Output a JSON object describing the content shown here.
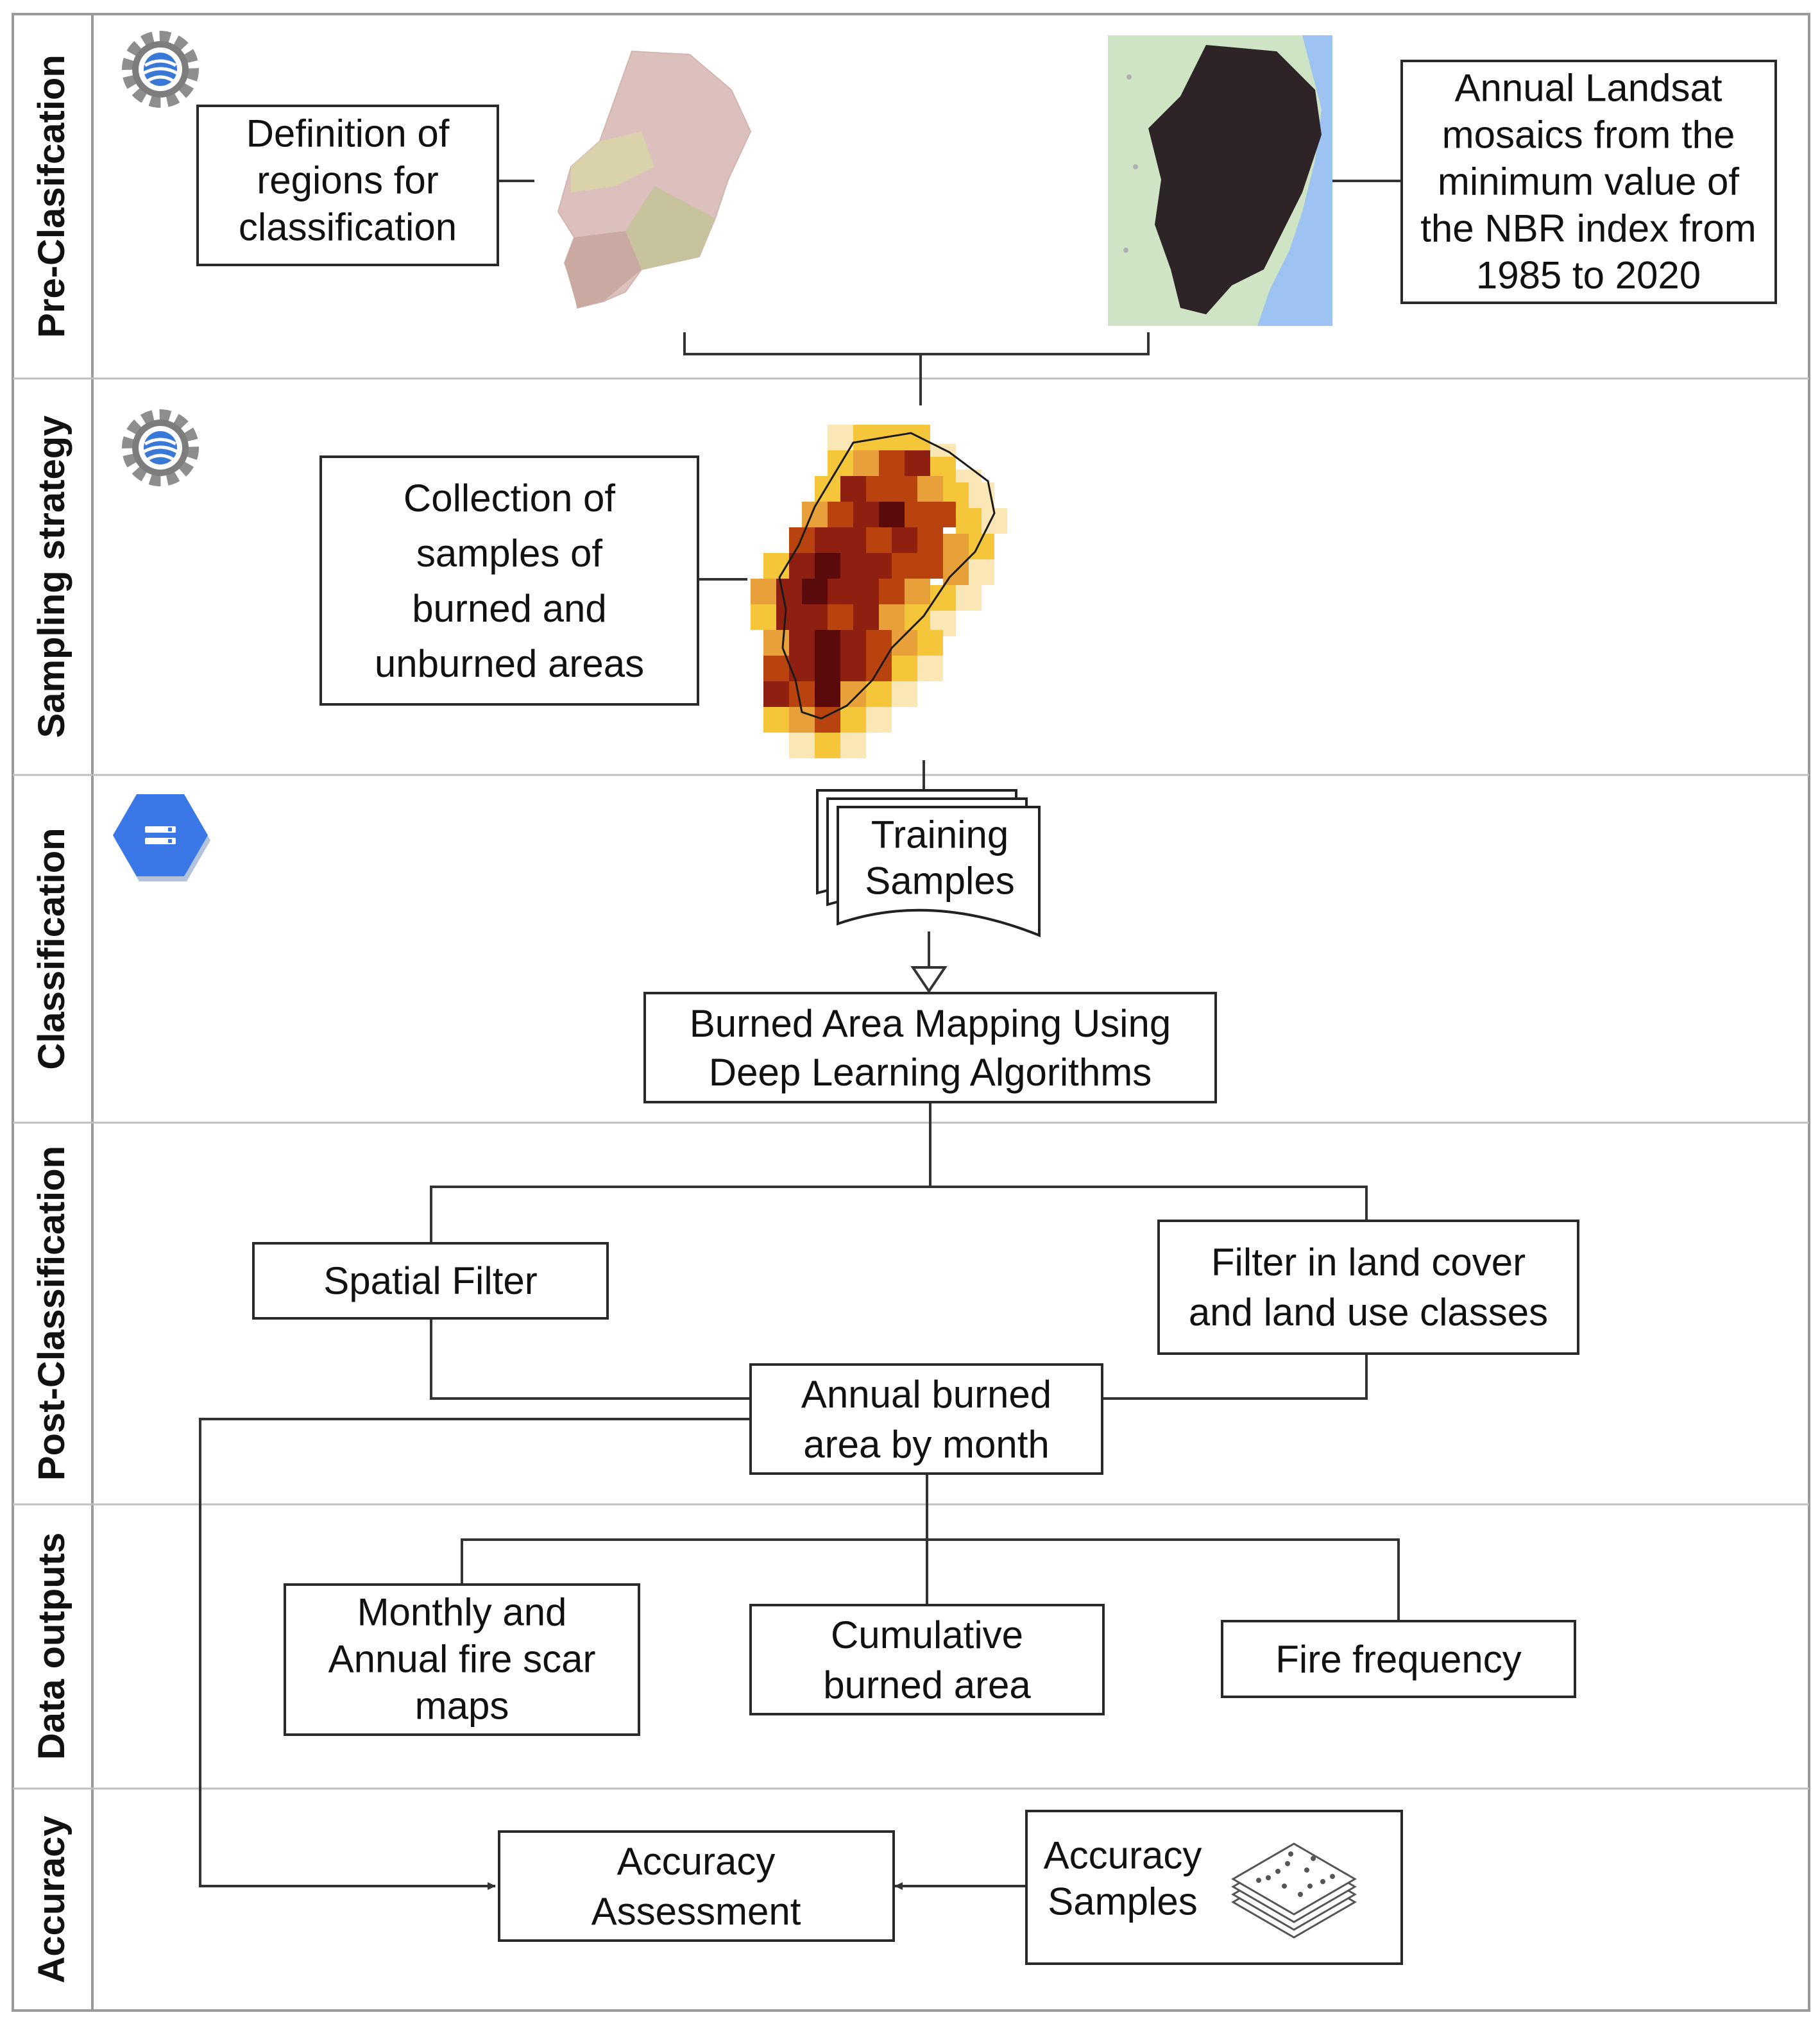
{
  "lanes": [
    {
      "id": "pre",
      "label": "Pre-Clasifcation"
    },
    {
      "id": "sampling",
      "label": "Sampling strategy"
    },
    {
      "id": "classification",
      "label": "Classification"
    },
    {
      "id": "post",
      "label": "Post-Classification"
    },
    {
      "id": "outputs",
      "label": "Data outputs"
    },
    {
      "id": "accuracy",
      "label": "Accuracy"
    }
  ],
  "boxes": {
    "regions": [
      "Definition of",
      "regions for",
      "classification"
    ],
    "landsat": [
      "Annual Landsat",
      "mosaics from the",
      "minimum value of",
      "the NBR index from",
      "1985 to 2020"
    ],
    "collection": [
      "Collection of",
      "samples of",
      "burned and",
      "unburned areas"
    ],
    "training": [
      "Training",
      "Samples"
    ],
    "mapping": [
      "Burned Area Mapping Using",
      "Deep Learning Algorithms"
    ],
    "spatial": [
      "Spatial Filter"
    ],
    "landcover": [
      "Filter in land cover",
      "and land use classes"
    ],
    "annual": [
      "Annual burned",
      "area by month"
    ],
    "monthly": [
      "Monthly and",
      "Annual fire scar",
      "maps"
    ],
    "cumulative": [
      "Cumulative",
      "burned area"
    ],
    "frequency": [
      "Fire frequency"
    ],
    "assessment": [
      "Accuracy",
      "Assessment"
    ],
    "acc_samples": [
      "Accuracy",
      "Samples"
    ]
  },
  "icons": {
    "earth_engine": "earth-engine-gear-icon",
    "cloud_compute": "cloud-compute-hexagon-icon",
    "stacked_layers": "stacked-sample-layers-icon"
  },
  "colors": {
    "border": "#2a2a2a",
    "line": "#333333",
    "divider": "#bfbfbf",
    "hexagon": "#3b78e7",
    "ocean": "#9cc3f2",
    "land": "#cfe3c5",
    "region_dark": "#2e2427",
    "region_pink": "#dcc0bd",
    "region_mauve": "#c9a9a2",
    "region_olive": "#c9c9a6",
    "heat_low": "#f5c53a",
    "heat_mid": "#b8430e",
    "heat_high": "#5a0a0a"
  }
}
